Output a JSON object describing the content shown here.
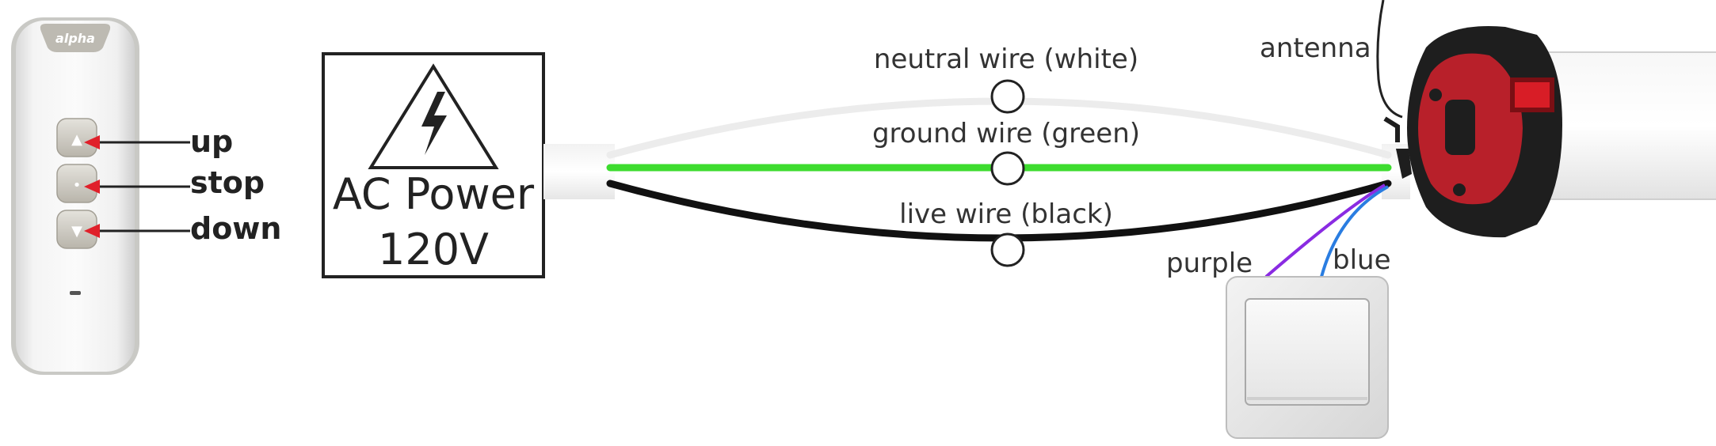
{
  "remote": {
    "brand": "alpha",
    "buttons": [
      {
        "symbol": "▲",
        "label": "up"
      },
      {
        "symbol": "•",
        "label": "stop"
      },
      {
        "symbol": "▼",
        "label": "down"
      }
    ]
  },
  "power_source": {
    "line1": "AC Power",
    "line2": "120V"
  },
  "wires": {
    "neutral": "neutral wire  (white)",
    "ground": "ground wire (green)",
    "live": "live wire (black)"
  },
  "motor": {
    "antenna_label": "antenna"
  },
  "switch": {
    "purple_label": "purple",
    "blue_label": "blue"
  },
  "colors": {
    "neutral_wire": "#ececec",
    "ground_wire": "#3ddc2f",
    "live_wire": "#111111",
    "purple_wire": "#8a2be2",
    "blue_wire": "#2a7de1",
    "arrow": "#e0202a",
    "motor_head": "#1e1e1e",
    "motor_red": "#b8202a"
  }
}
